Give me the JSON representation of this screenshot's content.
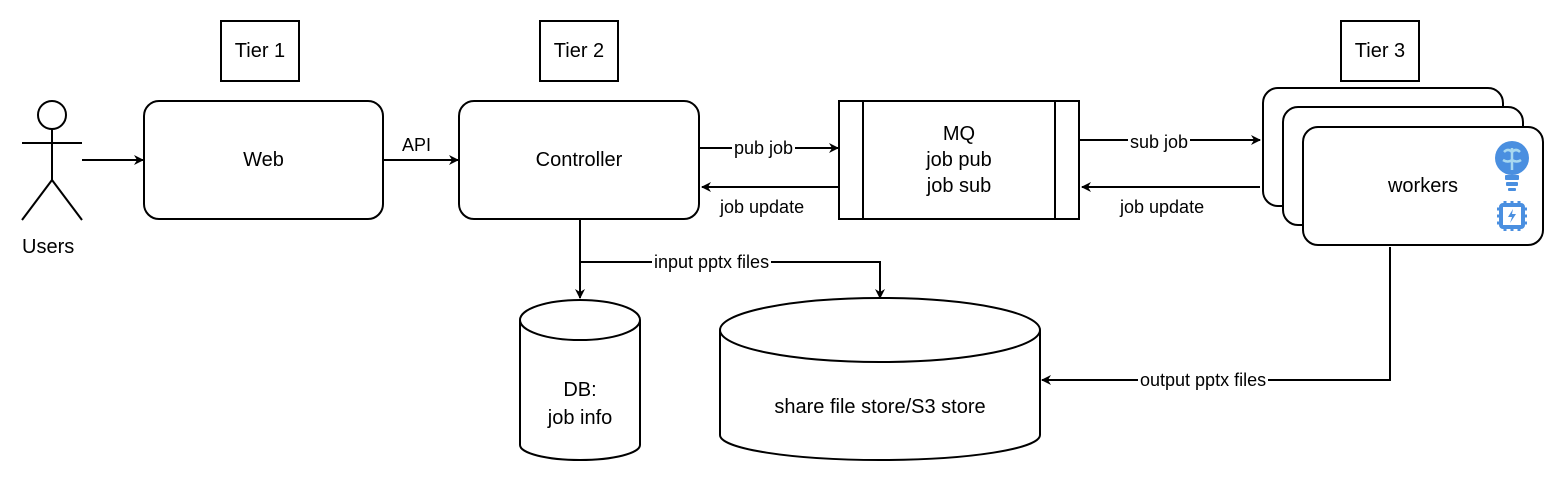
{
  "tiers": {
    "tier1": "Tier 1",
    "tier2": "Tier 2",
    "tier3": "Tier 3"
  },
  "actor": {
    "label": "Users"
  },
  "nodes": {
    "web": "Web",
    "controller": "Controller",
    "mq": {
      "line1": "MQ",
      "line2": "job pub",
      "line3": "job sub"
    },
    "workers": "workers",
    "db": {
      "line1": "DB:",
      "line2": "job info"
    },
    "store": "share file store/S3 store"
  },
  "edges": {
    "api": "API",
    "pub_job": "pub job",
    "job_update_controller": "job update",
    "sub_job": "sub job",
    "job_update_workers": "job update",
    "input_files": "input pptx files",
    "output_files": "output pptx files"
  },
  "icons": {
    "worker_icon_1": "lightbulb-brain-icon",
    "worker_icon_2": "chip-icon"
  },
  "colors": {
    "icon_blue": "#4a8fe0",
    "icon_light": "#a8d8f0",
    "line": "#000000"
  }
}
